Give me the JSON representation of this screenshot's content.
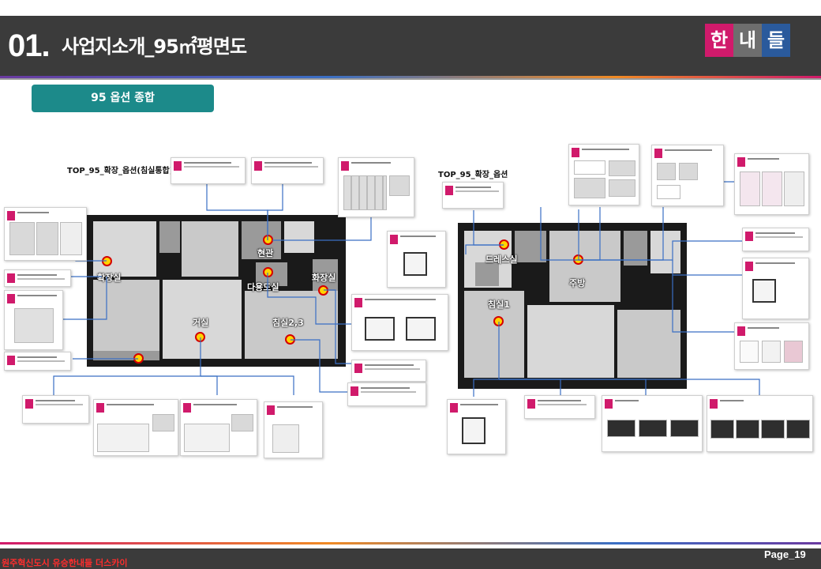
{
  "header": {
    "number": "01.",
    "title": "사업지소개_95㎡평면도",
    "brand": [
      "한",
      "내",
      "들"
    ],
    "brand_colors": [
      "#d01a6b",
      "#6e6e6e",
      "#2a5a9c"
    ]
  },
  "section_badge": "95 옵션 종합",
  "plans": {
    "left": {
      "title": "TOP_95_확장_옵션(침실통합)",
      "rooms": [
        "현관",
        "확장실",
        "다용도실",
        "화장실",
        "거실",
        "침실2,3"
      ]
    },
    "right": {
      "title": "TOP_95_확장_옵션",
      "rooms": [
        "드레스실",
        "주방",
        "침실1"
      ]
    }
  },
  "colors": {
    "header_bg": "#3b3b3b",
    "accent_teal": "#1c8a8a",
    "tag_magenta": "#d01a6b",
    "connector_blue": "#3a6fc4",
    "pin_yellow": "#ffd400",
    "pin_red": "#d40000"
  },
  "footer": {
    "text": "원주혁신도시 유승한내들 더스카이",
    "page": "Page_19"
  }
}
